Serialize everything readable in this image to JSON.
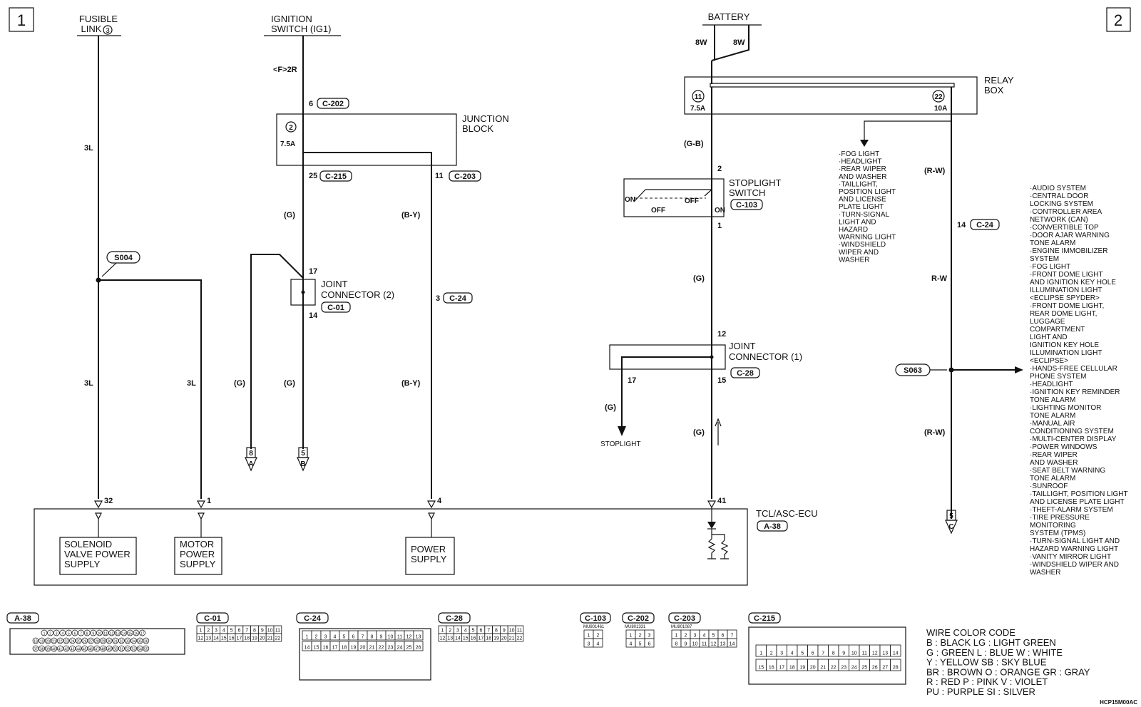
{
  "page_numbers": [
    "1",
    "2"
  ],
  "sources": {
    "fusible_link": [
      "FUSIBLE",
      "LINK"
    ],
    "fusible_link_no": "3",
    "ignition_switch": [
      "IGNITION",
      "SWITCH (IG1)"
    ],
    "battery": "BATTERY",
    "battery_wires": [
      "8W",
      "8W"
    ]
  },
  "wires": {
    "fl_3L_top": "3L",
    "fl_3L_left": "3L",
    "fl_3L_right": "3L",
    "ign_f2r": "<F>2R",
    "ign_G": "(G)",
    "ign_G_lower": "(G)",
    "jb_BY": "(B-Y)",
    "jb_BY_lower": "(B-Y)",
    "branch_G": "(G)",
    "bat_GB": "(G-B)",
    "sl_G": "(G)",
    "jc1_G_out": "(G)",
    "jc1_G_down": "(G)",
    "rb_RW_top": "(R-W)",
    "rb_RW_mid": "R-W",
    "rb_RW_bot": "(R-W)"
  },
  "splices": {
    "s004": "S004",
    "s063": "S063"
  },
  "junction_block": {
    "label": [
      "JUNCTION",
      "BLOCK"
    ],
    "fuse_no": "2",
    "fuse_amp": "7.5A",
    "pin_top": "6",
    "conn_top": "C-202",
    "pin_left": "25",
    "conn_left": "C-215",
    "pin_right": "11",
    "conn_right": "C-203"
  },
  "joint_connector_2": {
    "label": [
      "JOINT",
      "CONNECTOR (2)"
    ],
    "pin_top": "17",
    "pin_bottom": "14",
    "conn": "C-01"
  },
  "by_connector": {
    "pin": "3",
    "conn": "C-24"
  },
  "relay_box": {
    "label": [
      "RELAY",
      "BOX"
    ],
    "fuse11_no": "11",
    "fuse11_amp": "7.5A",
    "fuse22_no": "22",
    "fuse22_amp": "10A"
  },
  "stoplight_switch": {
    "label": [
      "STOPLIGHT",
      "SWITCH"
    ],
    "conn": "C-103",
    "pin_top": "2",
    "pin_bottom": "1",
    "on_left": "ON",
    "off_left": "OFF",
    "off_right": "OFF",
    "on_right": "ON"
  },
  "joint_connector_1": {
    "label": [
      "JOINT",
      "CONNECTOR (1)"
    ],
    "conn": "C-28",
    "pin_top": "12",
    "pin_left": "17",
    "pin_right": "15",
    "stoplight": "STOPLIGHT"
  },
  "rb_connector": {
    "pin": "14",
    "conn": "C-24"
  },
  "fog_list": [
    "·FOG LIGHT",
    "·HEADLIGHT",
    "·REAR WIPER",
    " AND WASHER",
    "·TAILLIGHT,",
    " POSITION LIGHT",
    " AND LICENSE",
    " PLATE LIGHT",
    "·TURN-SIGNAL",
    " LIGHT AND",
    " HAZARD",
    " WARNING LIGHT",
    "·WINDSHIELD",
    " WIPER AND",
    " WASHER"
  ],
  "system_list": [
    "·AUDIO SYSTEM",
    "·CENTRAL DOOR",
    " LOCKING SYSTEM",
    "·CONTROLLER AREA",
    " NETWORK (CAN)",
    "·CONVERTIBLE TOP",
    "·DOOR AJAR WARNING",
    " TONE ALARM",
    "·ENGINE IMMOBILIZER",
    " SYSTEM",
    "·FOG LIGHT",
    "·FRONT DOME LIGHT",
    " AND IGNITION KEY HOLE",
    " ILLUMINATION LIGHT",
    " <ECLIPSE SPYDER>",
    "·FRONT DOME LIGHT,",
    " REAR DOME LIGHT,",
    " LUGGAGE",
    " COMPARTMENT",
    " LIGHT AND",
    " IGNITION KEY HOLE",
    " ILLUMINATION LIGHT",
    " <ECLIPSE>",
    "·HANDS-FREE CELLULAR",
    " PHONE SYSTEM",
    "·HEADLIGHT",
    "·IGNITION KEY REMINDER",
    " TONE ALARM",
    "·LIGHTING MONITOR",
    " TONE ALARM",
    "·MANUAL AIR",
    " CONDITIONING SYSTEM",
    "·MULTI-CENTER DISPLAY",
    "·POWER WINDOWS",
    "·REAR WIPER",
    " AND WASHER",
    "·SEAT BELT WARNING",
    " TONE ALARM",
    "·SUNROOF",
    "·TAILLIGHT, POSITION LIGHT",
    " AND LICENSE PLATE LIGHT",
    "·THEFT-ALARM SYSTEM",
    "·TIRE PRESSURE",
    " MONITORING",
    " SYSTEM (TPMS)",
    "·TURN-SIGNAL LIGHT AND",
    " HAZARD WARNING LIGHT",
    "·VANITY MIRROR LIGHT",
    "·WINDSHIELD WIPER AND",
    " WASHER"
  ],
  "offpage": {
    "a_top": "8",
    "a_bot": "A",
    "b_top": "5",
    "b_bot": "B",
    "c_top": "5",
    "c_bot": "C"
  },
  "ecu": {
    "label": "TCL/ASC-ECU",
    "conn": "A-38",
    "pins": [
      "32",
      "1",
      "4",
      "41"
    ],
    "blocks": [
      [
        "SOLENOID",
        "VALVE POWER",
        "SUPPLY"
      ],
      [
        "MOTOR",
        "POWER",
        "SUPPLY"
      ],
      [
        "POWER",
        "SUPPLY"
      ]
    ]
  },
  "connector_views": {
    "titles": [
      "A-38",
      "C-01",
      "C-24",
      "C-28",
      "C-103",
      "C-202",
      "C-203",
      "C-215"
    ],
    "part_numbers": [
      "MU801461",
      "MU801331",
      "MU801087"
    ]
  },
  "wire_color_code": {
    "title": "WIRE COLOR CODE",
    "lines": [
      "B : BLACK     LG : LIGHT GREEN",
      "G : GREEN     L : BLUE     W : WHITE",
      "Y : YELLOW     SB : SKY BLUE",
      "BR : BROWN     O : ORANGE     GR : GRAY",
      "R : RED     P : PINK     V : VIOLET",
      "PU : PURPLE     SI : SILVER"
    ]
  },
  "drawing_id": "HCP15M00AC"
}
